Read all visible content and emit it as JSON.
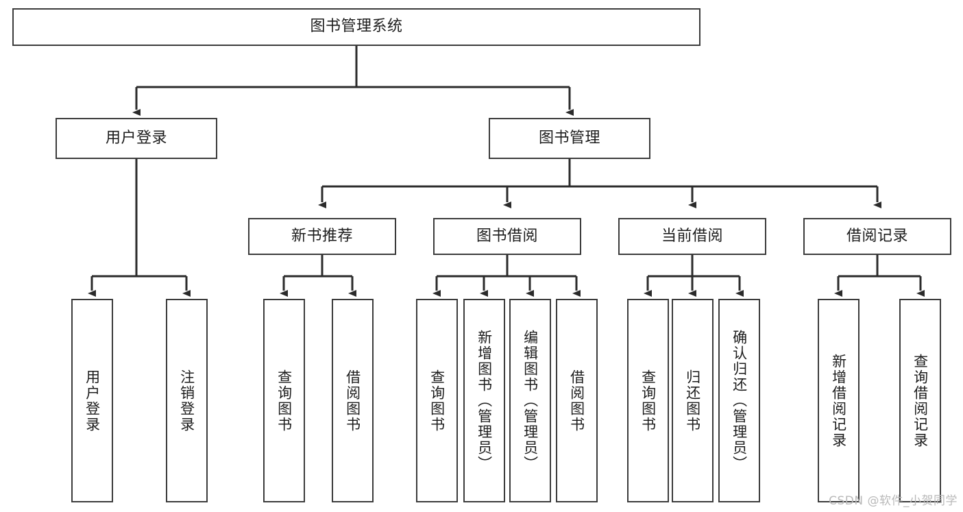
{
  "diagram": {
    "type": "tree",
    "title": "图书管理系统",
    "orientation": "top-down",
    "colors": {
      "box_border": "#3b3b3b",
      "box_fill": "#ffffff",
      "connector": "#2b2b2b",
      "text": "#1c1c1c",
      "watermark": "#b9b9b9",
      "page_background": "#ffffff"
    },
    "root": {
      "label": "图书管理系统",
      "text_mode": "horizontal"
    },
    "level2": [
      {
        "label": "用户登录",
        "text_mode": "horizontal"
      },
      {
        "label": "图书管理",
        "text_mode": "horizontal"
      }
    ],
    "level3": [
      {
        "label": "新书推荐",
        "text_mode": "horizontal",
        "parent": "图书管理"
      },
      {
        "label": "图书借阅",
        "text_mode": "horizontal",
        "parent": "图书管理"
      },
      {
        "label": "当前借阅",
        "text_mode": "horizontal",
        "parent": "图书管理"
      },
      {
        "label": "借阅记录",
        "text_mode": "horizontal",
        "parent": "图书管理"
      }
    ],
    "leaves": {
      "用户登录": [
        {
          "label": "用户登录",
          "text_mode": "vertical"
        },
        {
          "label": "注销登录",
          "text_mode": "vertical"
        }
      ],
      "新书推荐": [
        {
          "label": "查询图书",
          "text_mode": "vertical"
        },
        {
          "label": "借阅图书",
          "text_mode": "vertical"
        }
      ],
      "图书借阅": [
        {
          "label": "查询图书",
          "text_mode": "vertical"
        },
        {
          "label": "新增图书（管理员）",
          "text_mode": "vertical"
        },
        {
          "label": "编辑图书（管理员）",
          "text_mode": "vertical"
        },
        {
          "label": "借阅图书",
          "text_mode": "vertical"
        }
      ],
      "当前借阅": [
        {
          "label": "查询图书",
          "text_mode": "vertical"
        },
        {
          "label": "归还图书",
          "text_mode": "vertical"
        },
        {
          "label": "确认归还（管理员）",
          "text_mode": "vertical"
        }
      ],
      "借阅记录": [
        {
          "label": "新增借阅记录",
          "text_mode": "vertical"
        },
        {
          "label": "查询借阅记录",
          "text_mode": "vertical"
        }
      ]
    }
  },
  "watermark": {
    "text": "CSDN @软件_小贺同学"
  }
}
